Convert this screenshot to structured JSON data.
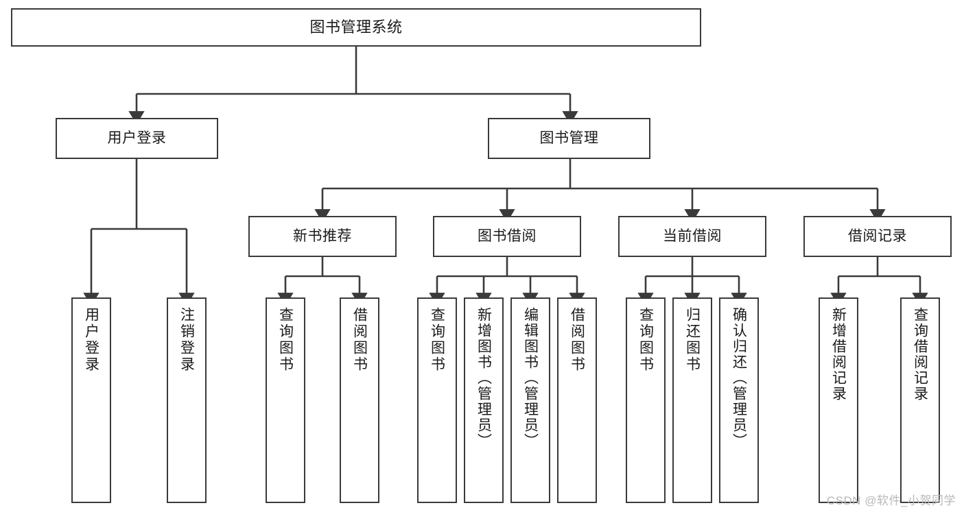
{
  "diagram": {
    "title": "图书管理系统",
    "type": "tree-hierarchy",
    "stroke_color": "#3a3a3a",
    "fill_color": "#ffffff",
    "text_color": "#1a1a1a",
    "watermark": "CSDN @软件_小贺同学"
  },
  "nodes": {
    "root": {
      "label": "图书管理系统"
    },
    "level2": [
      {
        "id": "user-login",
        "label": "用户登录"
      },
      {
        "id": "book-management",
        "label": "图书管理"
      }
    ],
    "level3": [
      {
        "id": "new-book-recommend",
        "label": "新书推荐"
      },
      {
        "id": "book-borrow",
        "label": "图书借阅"
      },
      {
        "id": "current-borrow",
        "label": "当前借阅"
      },
      {
        "id": "borrow-record",
        "label": "借阅记录"
      }
    ],
    "leaves": {
      "user_login": [
        {
          "id": "leaf-user-login",
          "label": "用户登录"
        },
        {
          "id": "leaf-logout-login",
          "label": "注销登录"
        }
      ],
      "new_book_recommend": [
        {
          "id": "leaf-query-book-1",
          "label": "查询图书"
        },
        {
          "id": "leaf-borrow-book-1",
          "label": "借阅图书"
        }
      ],
      "book_borrow": [
        {
          "id": "leaf-query-book-2",
          "label": "查询图书"
        },
        {
          "id": "leaf-add-book",
          "label": "新增图书（管理员）"
        },
        {
          "id": "leaf-edit-book",
          "label": "编辑图书（管理员）"
        },
        {
          "id": "leaf-borrow-book-2",
          "label": "借阅图书"
        }
      ],
      "current_borrow": [
        {
          "id": "leaf-query-book-3",
          "label": "查询图书"
        },
        {
          "id": "leaf-return-book",
          "label": "归还图书"
        },
        {
          "id": "leaf-confirm-return",
          "label": "确认归还（管理员）"
        }
      ],
      "borrow_record": [
        {
          "id": "leaf-add-record",
          "label": "新增借阅记录"
        },
        {
          "id": "leaf-query-record",
          "label": "查询借阅记录"
        }
      ]
    }
  }
}
